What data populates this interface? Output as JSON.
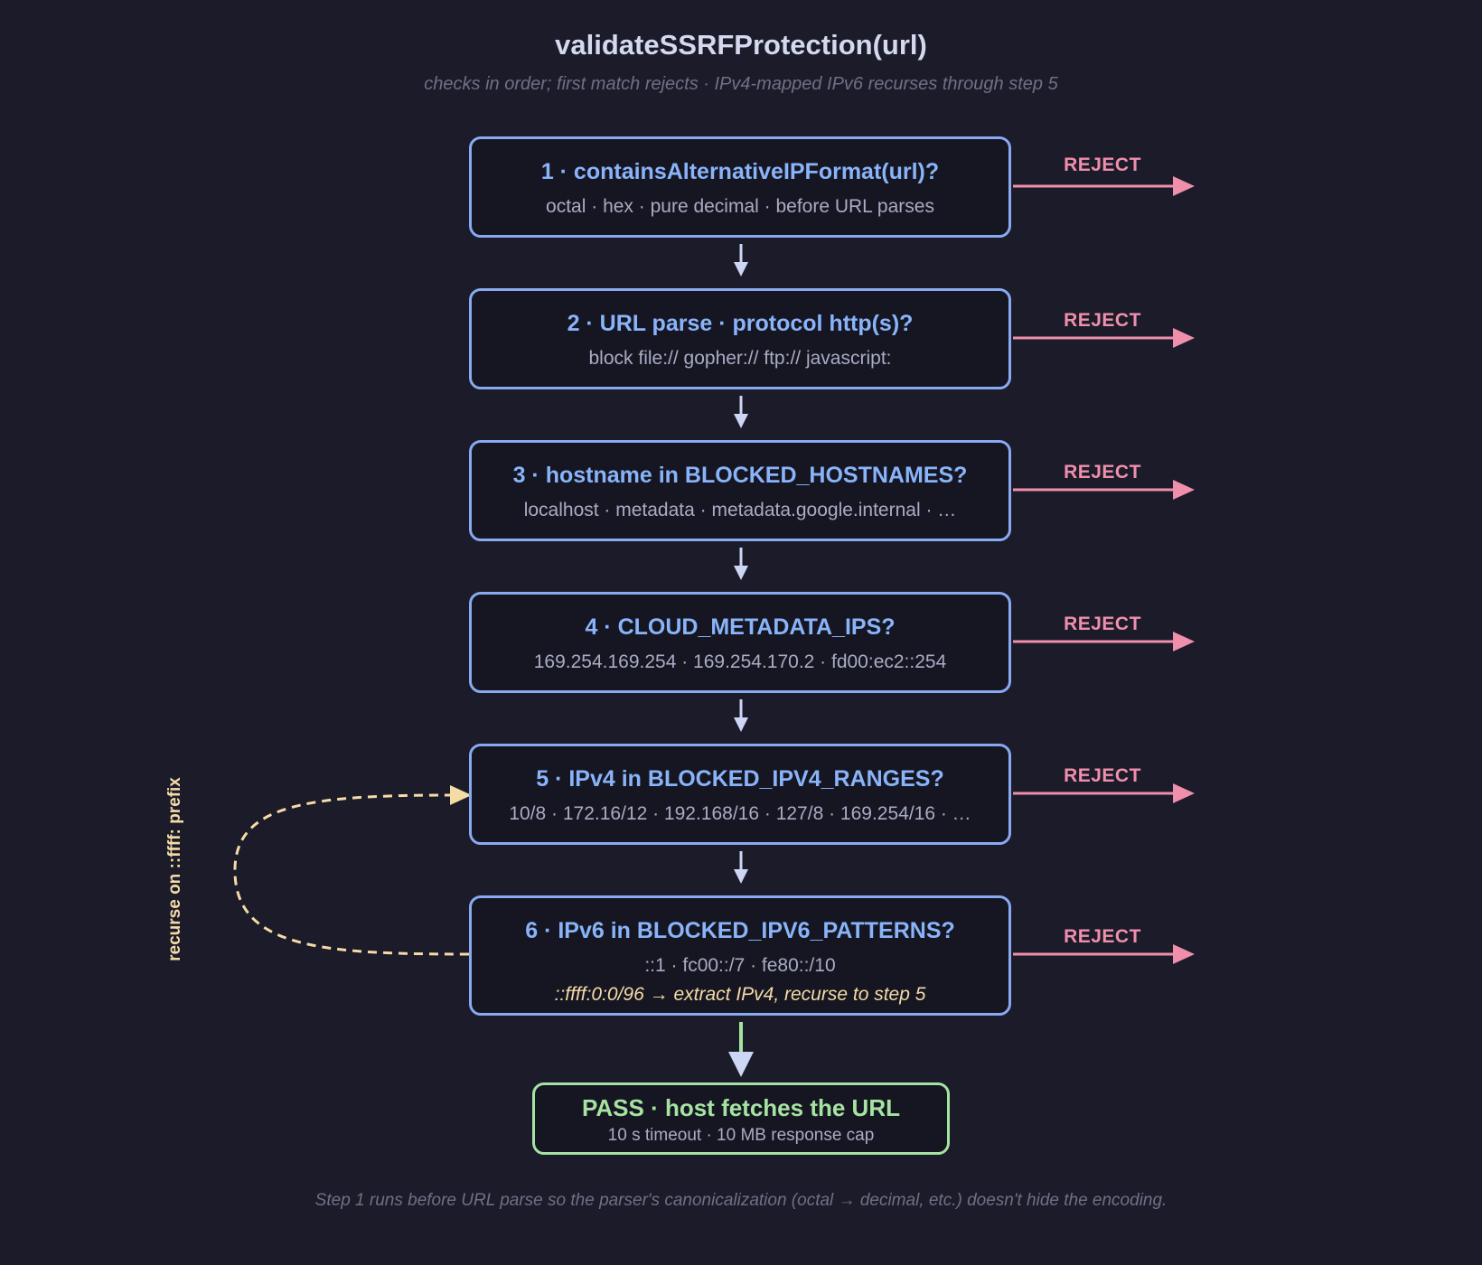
{
  "title": "validateSSRFProtection(url)",
  "subtitle": "checks in order; first match rejects · IPv4-mapped IPv6 recurses through step 5",
  "steps": [
    {
      "title": "1 · containsAlternativeIPFormat(url)?",
      "detail": "octal · hex · pure decimal · before URL parses",
      "outcome": "REJECT"
    },
    {
      "title": "2 · URL parse · protocol http(s)?",
      "detail": "block file:// gopher:// ftp:// javascript:",
      "outcome": "REJECT"
    },
    {
      "title": "3 · hostname in BLOCKED_HOSTNAMES?",
      "detail": "localhost · metadata · metadata.google.internal · …",
      "outcome": "REJECT"
    },
    {
      "title": "4 · CLOUD_METADATA_IPS?",
      "detail": "169.254.169.254 · 169.254.170.2 · fd00:ec2::254",
      "outcome": "REJECT"
    },
    {
      "title": "5 · IPv4 in BLOCKED_IPV4_RANGES?",
      "detail": "10/8 · 172.16/12 · 192.168/16 · 127/8 · 169.254/16 · …",
      "outcome": "REJECT"
    },
    {
      "title": "6 · IPv6 in BLOCKED_IPV6_PATTERNS?",
      "detail": "::1 · fc00::/7 · fe80::/10",
      "note": "::ffff:0:0/96 → extract IPv4, recurse to step 5",
      "outcome": "REJECT"
    }
  ],
  "pass": {
    "title": "PASS · host fetches the URL",
    "detail": "10 s timeout · 10 MB response cap"
  },
  "recurse_label": "recurse on ::ffff: prefix",
  "footer": "Step 1 runs before URL parse so the parser's canonicalization (octal → decimal, etc.) doesn't hide the encoding.",
  "colors": {
    "background": "#1b1b29",
    "step_border": "#88aaf2",
    "step_title": "#89b4fa",
    "reject": "#f08fac",
    "pass": "#a6e3a1",
    "recurse": "#f5dba6",
    "flow_arrow": "#cdd6f4"
  }
}
